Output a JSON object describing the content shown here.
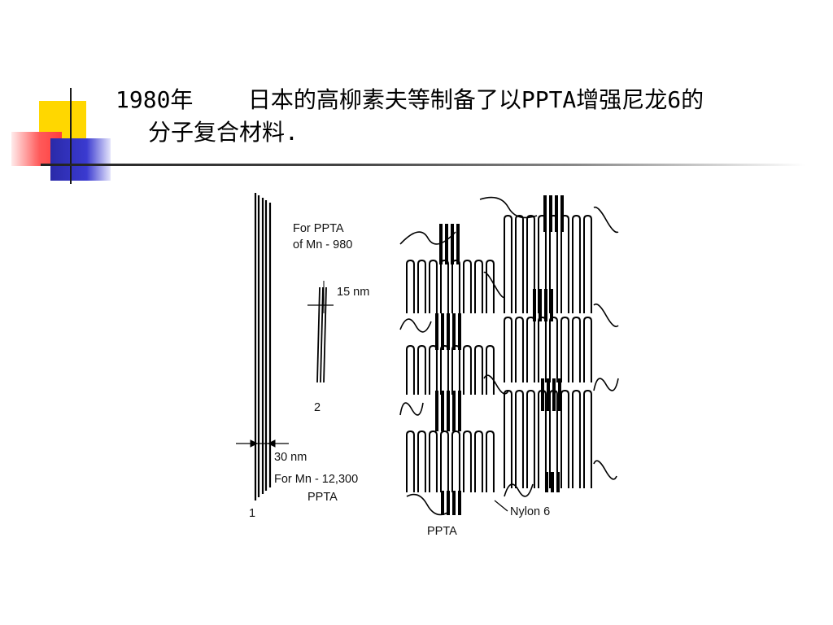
{
  "slide": {
    "title_line1": "1980年    日本的高柳素夫等制备了以PPTA增强尼龙6的",
    "title_line2": "分子复合材料."
  },
  "figure": {
    "label_for_ppta_1": "For PPTA",
    "label_mn_980": "of Mn - 980",
    "label_15nm": "15 nm",
    "label_2": "2",
    "label_30nm": "30 nm",
    "label_for_mn_12300": "For Mn - 12,300",
    "label_ppta_2": "PPTA",
    "label_1": "1",
    "label_nylon6": "Nylon 6",
    "label_ppta_bottom": "PPTA"
  }
}
